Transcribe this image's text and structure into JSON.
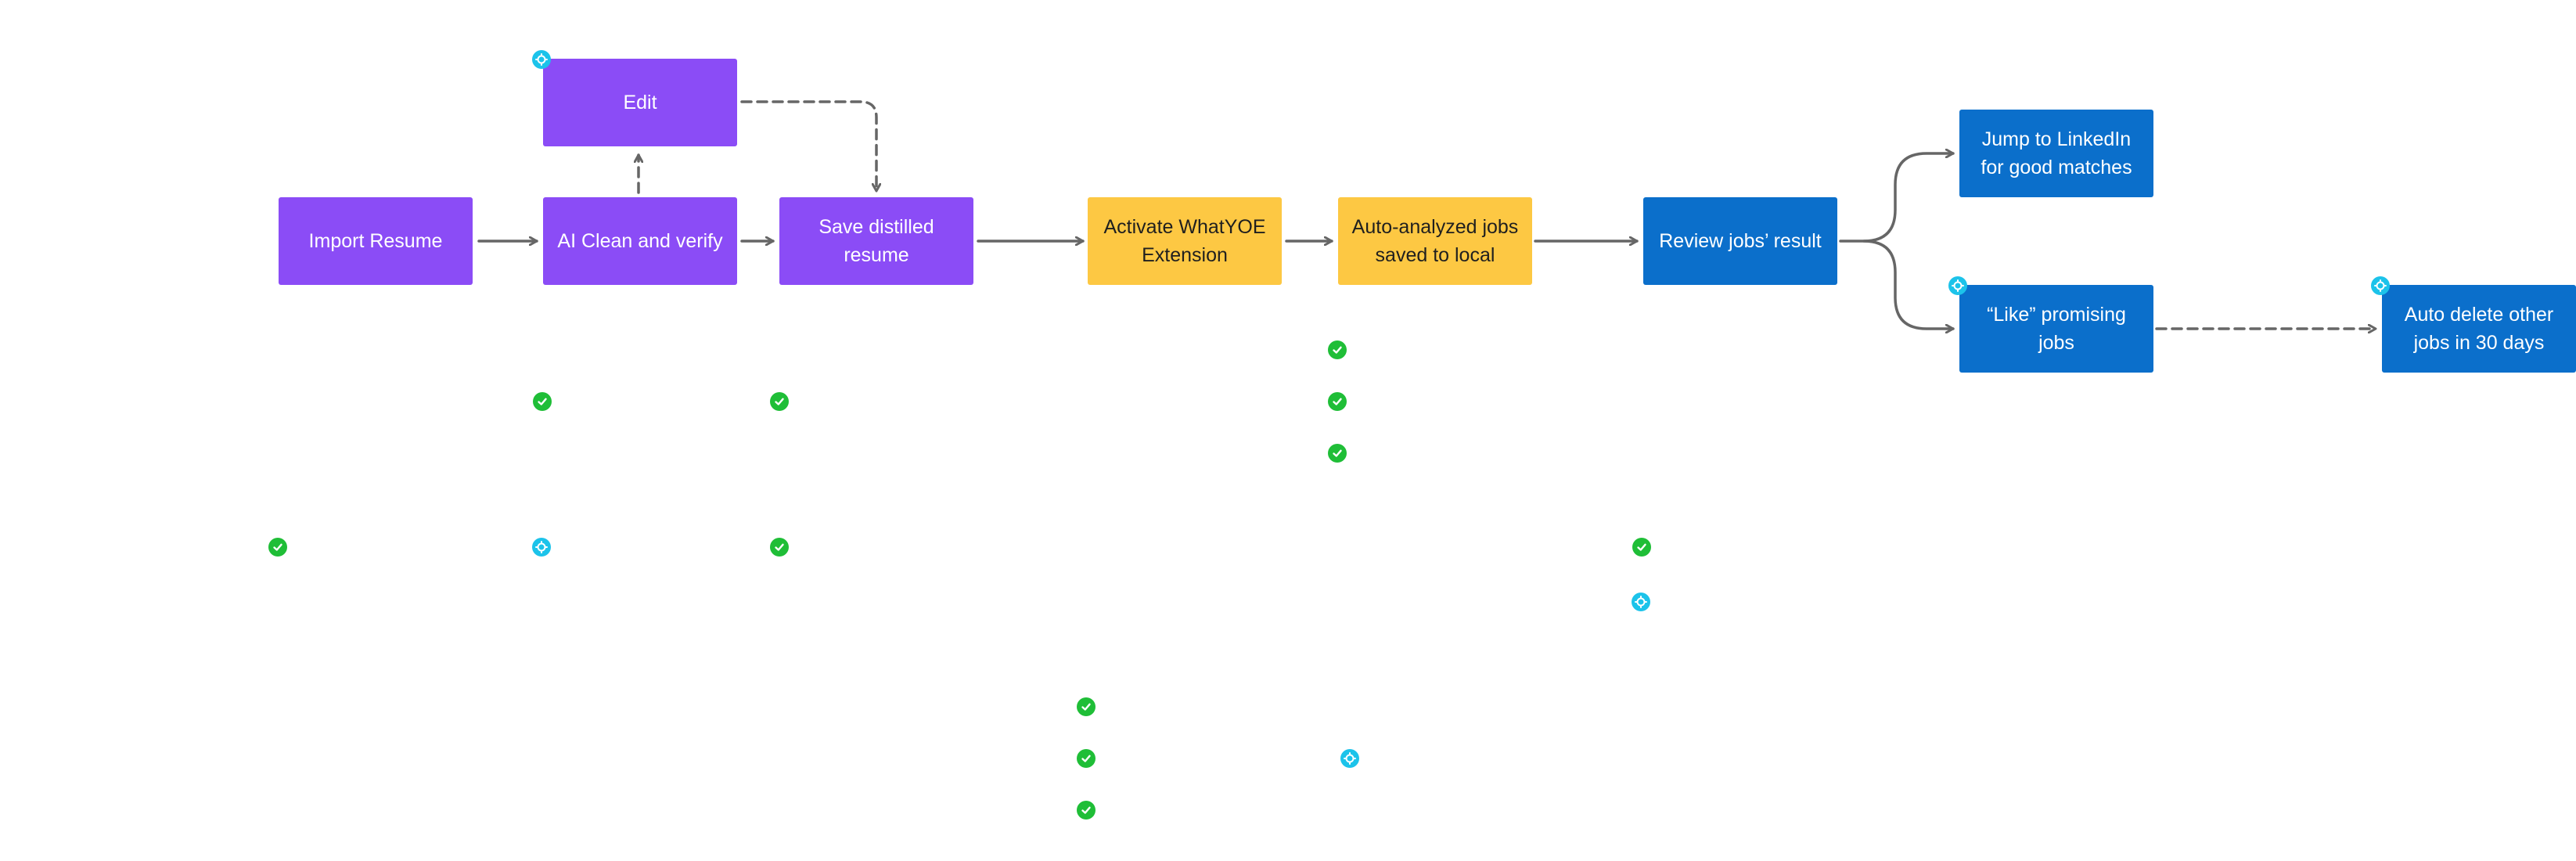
{
  "colors": {
    "purple": "#8b4cf6",
    "yellow": "#fdc843",
    "blue": "#0b6fcb",
    "arrow": "#666666",
    "check": "#1fbe37",
    "gear": "#1cc3ea"
  },
  "nodes": {
    "import_resume": "Import Resume",
    "edit": "Edit",
    "ai_clean": "AI Clean and verify",
    "save_distilled_1": "Save distilled",
    "save_distilled_2": "resume",
    "activate_1": "Activate WhatYOE",
    "activate_2": "Extension",
    "auto_analyzed_1": "Auto-analyzed jobs",
    "auto_analyzed_2": "saved to local",
    "review": "Review jobs’ result",
    "jump_1": "Jump to LinkedIn",
    "jump_2": "for good matches",
    "like_1": "“Like” promising",
    "like_2": "jobs",
    "auto_delete_1": "Auto delete other",
    "auto_delete_2": "jobs in 30 days"
  },
  "icons": {
    "check": "check-circle-icon",
    "gear": "gear-icon"
  }
}
